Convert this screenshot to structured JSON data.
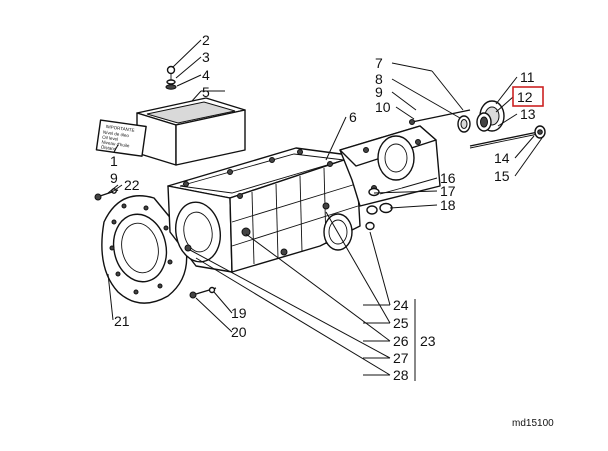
{
  "diagram_code": "md15100",
  "plate_text": [
    "IMPORTANTE",
    "Nível de óleo",
    "Oil level",
    "Niveau d'huile",
    "Ölstand"
  ],
  "highlight_color": "#cc2222",
  "highlighted_label": "12",
  "labels": [
    {
      "id": "lbl-2",
      "text": "2"
    },
    {
      "id": "lbl-3",
      "text": "3"
    },
    {
      "id": "lbl-4",
      "text": "4"
    },
    {
      "id": "lbl-5",
      "text": "5"
    },
    {
      "id": "lbl-6",
      "text": "6"
    },
    {
      "id": "lbl-1",
      "text": "1"
    },
    {
      "id": "lbl-9a",
      "text": "9"
    },
    {
      "id": "lbl-22",
      "text": "22"
    },
    {
      "id": "lbl-7",
      "text": "7"
    },
    {
      "id": "lbl-8",
      "text": "8"
    },
    {
      "id": "lbl-9b",
      "text": "9"
    },
    {
      "id": "lbl-10",
      "text": "10"
    },
    {
      "id": "lbl-11",
      "text": "11"
    },
    {
      "id": "lbl-12",
      "text": "12"
    },
    {
      "id": "lbl-13",
      "text": "13"
    },
    {
      "id": "lbl-14",
      "text": "14"
    },
    {
      "id": "lbl-15",
      "text": "15"
    },
    {
      "id": "lbl-16",
      "text": "16"
    },
    {
      "id": "lbl-17",
      "text": "17"
    },
    {
      "id": "lbl-18",
      "text": "18"
    },
    {
      "id": "lbl-19",
      "text": "19"
    },
    {
      "id": "lbl-20",
      "text": "20"
    },
    {
      "id": "lbl-21",
      "text": "21"
    },
    {
      "id": "lbl-24",
      "text": "24"
    },
    {
      "id": "lbl-25",
      "text": "25"
    },
    {
      "id": "lbl-26",
      "text": "26"
    },
    {
      "id": "lbl-27",
      "text": "27"
    },
    {
      "id": "lbl-28",
      "text": "28"
    },
    {
      "id": "lbl-23",
      "text": "23"
    }
  ]
}
